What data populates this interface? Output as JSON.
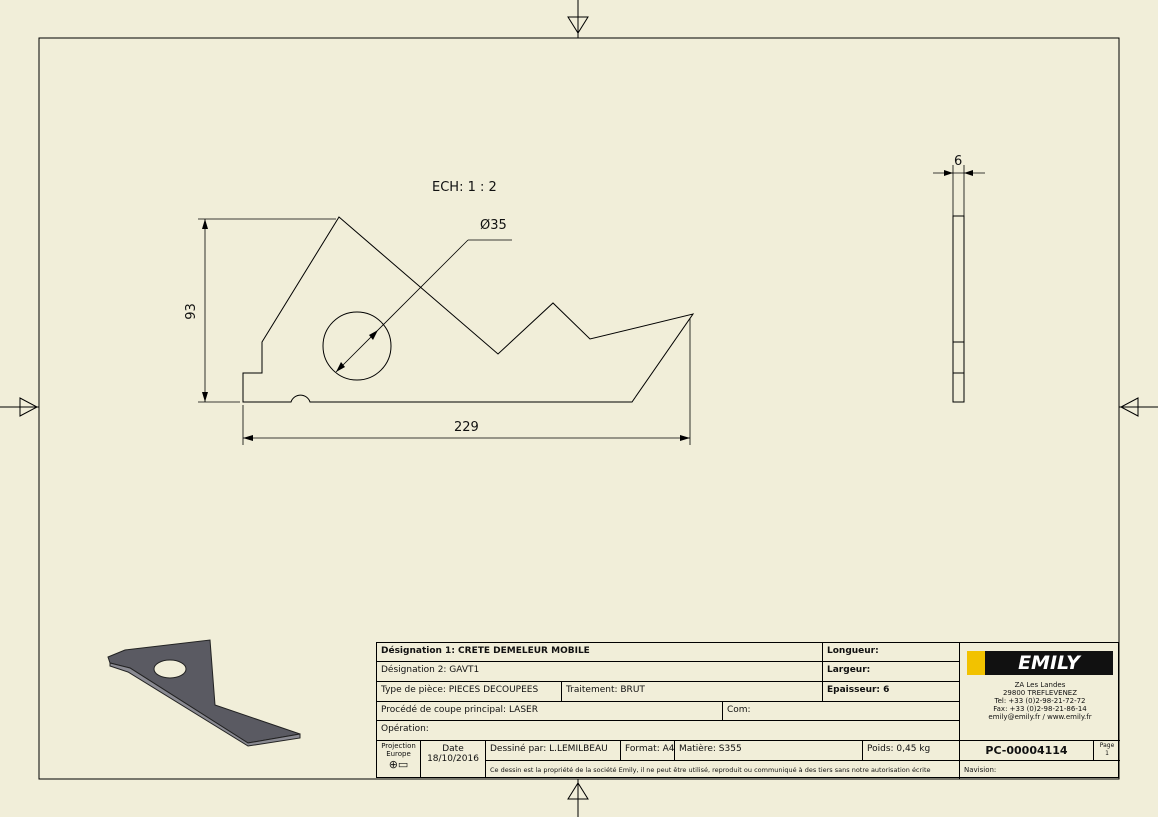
{
  "view": {
    "scale": "ECH: 1 : 2",
    "dim_diameter": "Ø35",
    "dim_height": "93",
    "dim_length": "229",
    "dim_thickness": "6"
  },
  "title_block": {
    "designation1": "Désignation 1: CRETE DEMELEUR MOBILE",
    "designation2": "Désignation 2: GAVT1",
    "type_piece": "Type de pièce: PIECES DECOUPEES",
    "traitement": "Traitement: BRUT",
    "procede": "Procédé de coupe principal: LASER",
    "com": "Com:",
    "operation": "Opération:",
    "projection": "Projection Europe",
    "date_label": "Date",
    "date": "18/10/2016",
    "dessine": "Dessiné par: L.LEMILBEAU",
    "format": "Format: A4",
    "matiere": "Matière: S355",
    "poids": "Poids: 0,45 kg",
    "notice": "Ce dessin est la propriété de la société Emily, il ne peut être utilisé, reproduit ou communiqué à des tiers sans notre autorisation écrite",
    "longueur": "Longueur:",
    "largeur": "Largeur:",
    "epaisseur": "Epaisseur: 6",
    "reference": "PC-00004114",
    "page_label": "Page",
    "page": "1",
    "revision": "Navision:"
  },
  "company": {
    "logo": "EMILY",
    "address1": "ZA Les Landes",
    "address2": "29800 TREFLEVENEZ",
    "tel": "Tel: +33 (0)2-98-21-72-72",
    "fax": "Fax: +33 (0)2-98-21-86-14",
    "web": "emily@emily.fr / www.emily.fr",
    "logo_color": "#f2c200"
  }
}
